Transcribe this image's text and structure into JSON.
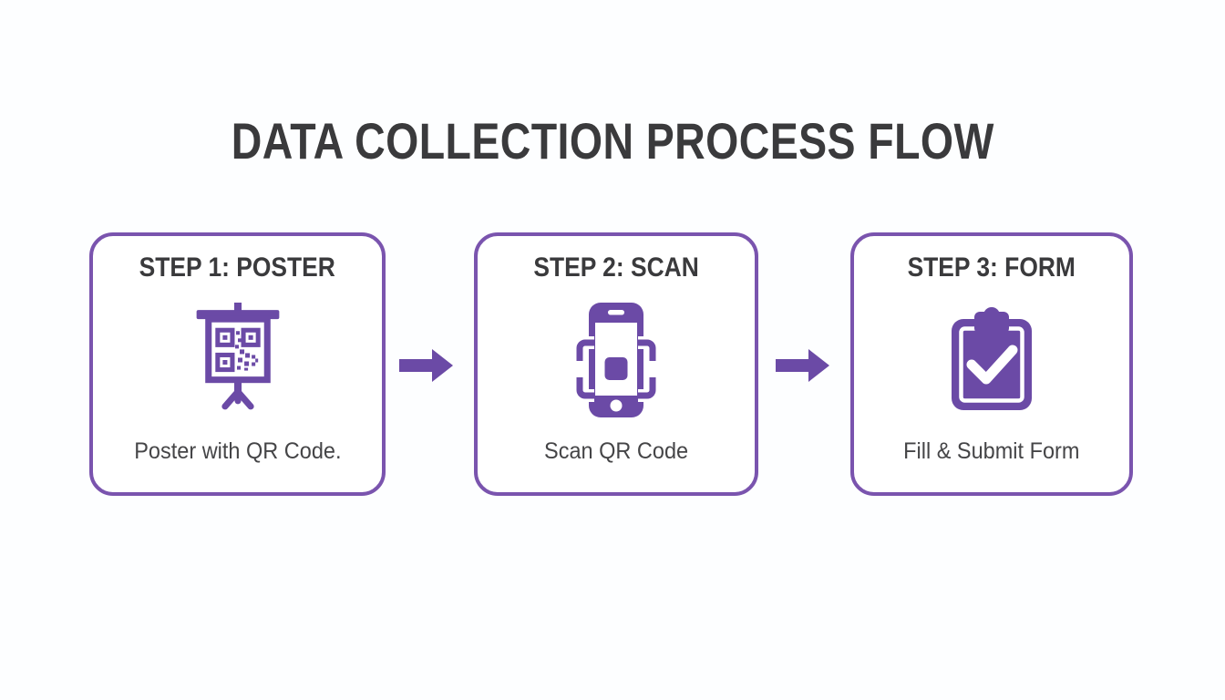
{
  "title": "DATA COLLECTION PROCESS FLOW",
  "colors": {
    "purple_icon": "#6b4aa6",
    "purple_border": "#7a54ae",
    "heading_text": "#3a3a3c",
    "caption_text": "#454547",
    "background": "#fdfeff",
    "box_background": "#ffffff"
  },
  "steps": [
    {
      "heading": "STEP 1: POSTER",
      "caption": "Poster with QR Code.",
      "icon": "poster-qr-icon"
    },
    {
      "heading": "STEP 2: SCAN",
      "caption": "Scan QR Code",
      "icon": "phone-scan-icon"
    },
    {
      "heading": "STEP 3: FORM",
      "caption": "Fill & Submit Form",
      "icon": "clipboard-check-icon"
    }
  ],
  "arrows": [
    {
      "icon": "right-arrow-icon"
    },
    {
      "icon": "right-arrow-icon"
    }
  ]
}
